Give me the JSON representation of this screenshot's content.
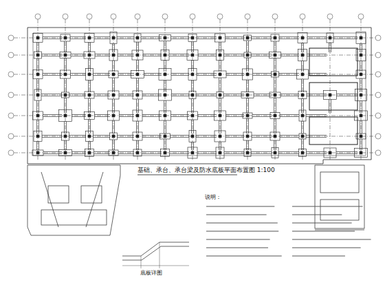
{
  "diagram": {
    "title": "基础、承台、承台梁及防水底板平面布置图 1:100",
    "labels": [
      "底板详图",
      "说明："
    ]
  }
}
